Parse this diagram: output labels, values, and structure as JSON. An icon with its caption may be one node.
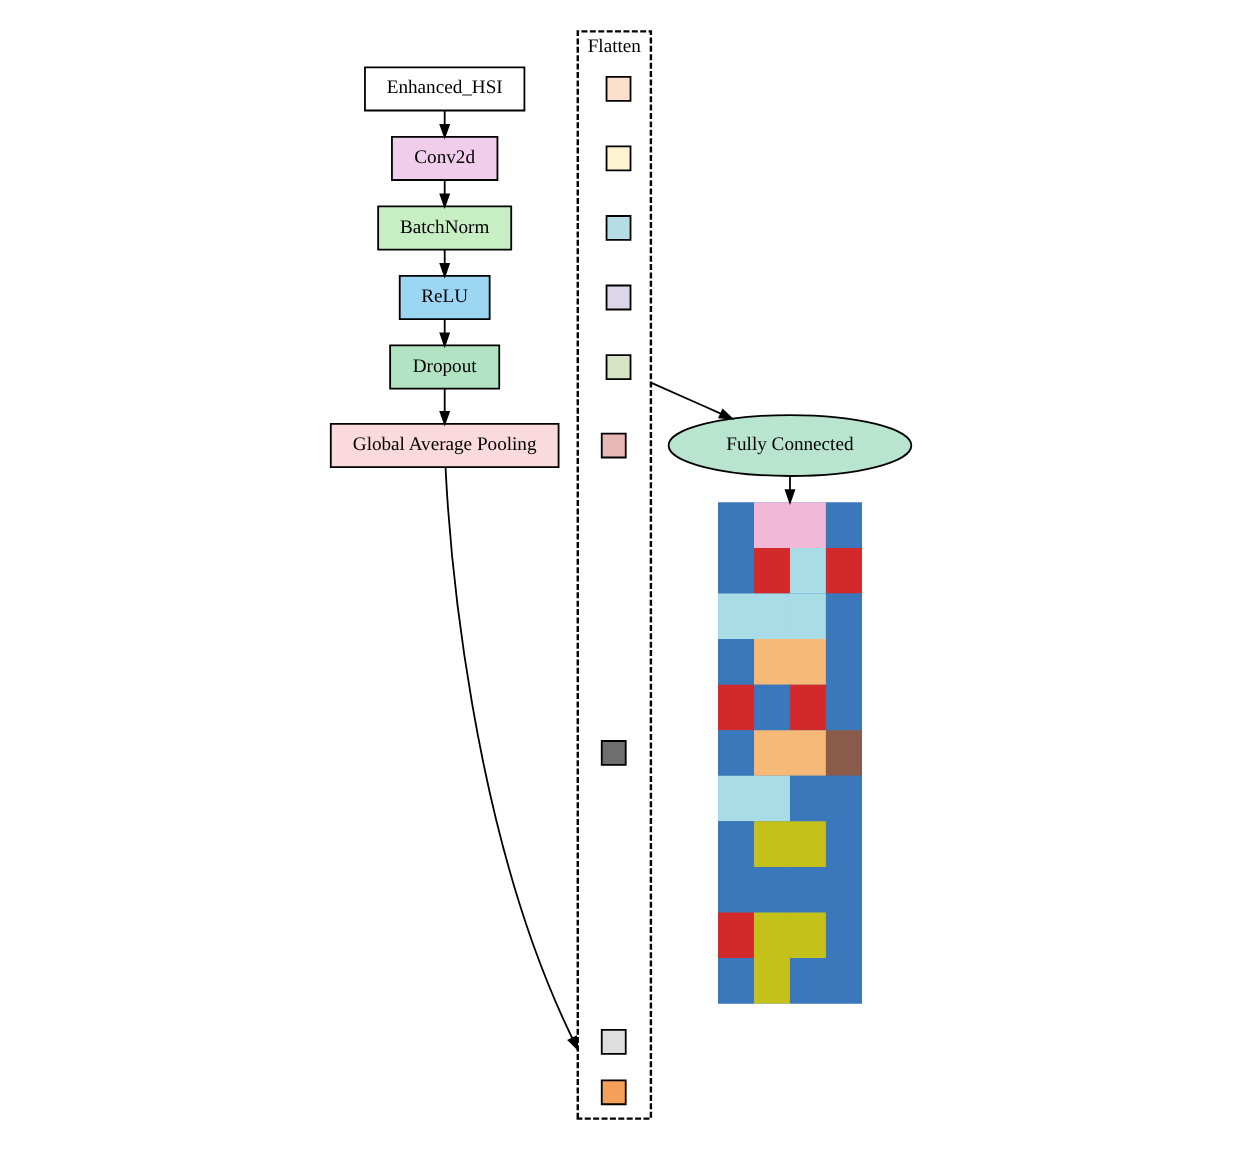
{
  "diagram": {
    "nodes": [
      {
        "text": [
          "Enhanced_HSI"
        ]
      },
      {
        "text": [
          "Conv2d"
        ]
      },
      {
        "text": [
          "BatchNorm"
        ]
      },
      {
        "text": [
          "ReLU"
        ]
      },
      {
        "text": [
          "Dropout"
        ]
      },
      {
        "text": [
          "Global Average Pooling"
        ]
      },
      {
        "text": [
          "Flatten"
        ]
      },
      {
        "text": [],
        "shape": "box",
        "in": 6
      },
      {
        "text": [],
        "shape": "box",
        "in": 6
      },
      {
        "text": [],
        "shape": "box",
        "in": 6
      },
      {
        "text": [],
        "shape": "box",
        "in": 6
      },
      {
        "text": [],
        "shape": "box",
        "in": 6
      },
      {
        "text": [],
        "shape": "box",
        "in": 6
      },
      {
        "text": [],
        "shape": "box",
        "in": 6
      },
      {
        "text": [],
        "shape": "box",
        "in": 6
      },
      {
        "text": [],
        "shape": "box",
        "in": 6
      },
      {
        "text": [
          "Fully Connected"
        ]
      },
      {
        "text": [],
        "shape": "picture"
      }
    ],
    "edges": [
      {
        "from": 0,
        "to": 1,
        "arrow": "to"
      },
      {
        "from": 1,
        "to": 2,
        "arrow": "to"
      },
      {
        "from": 2,
        "to": 3,
        "arrow": "to"
      },
      {
        "from": 3,
        "to": 4,
        "arrow": "to"
      },
      {
        "from": 4,
        "to": 5,
        "arrow": "to"
      },
      {
        "from": 5,
        "to": 6,
        "arrow": "to"
      },
      {
        "from": 6,
        "to": 16,
        "arrow": "to"
      },
      {
        "from": 16,
        "to": 17,
        "arrow": "to"
      }
    ]
  }
}
